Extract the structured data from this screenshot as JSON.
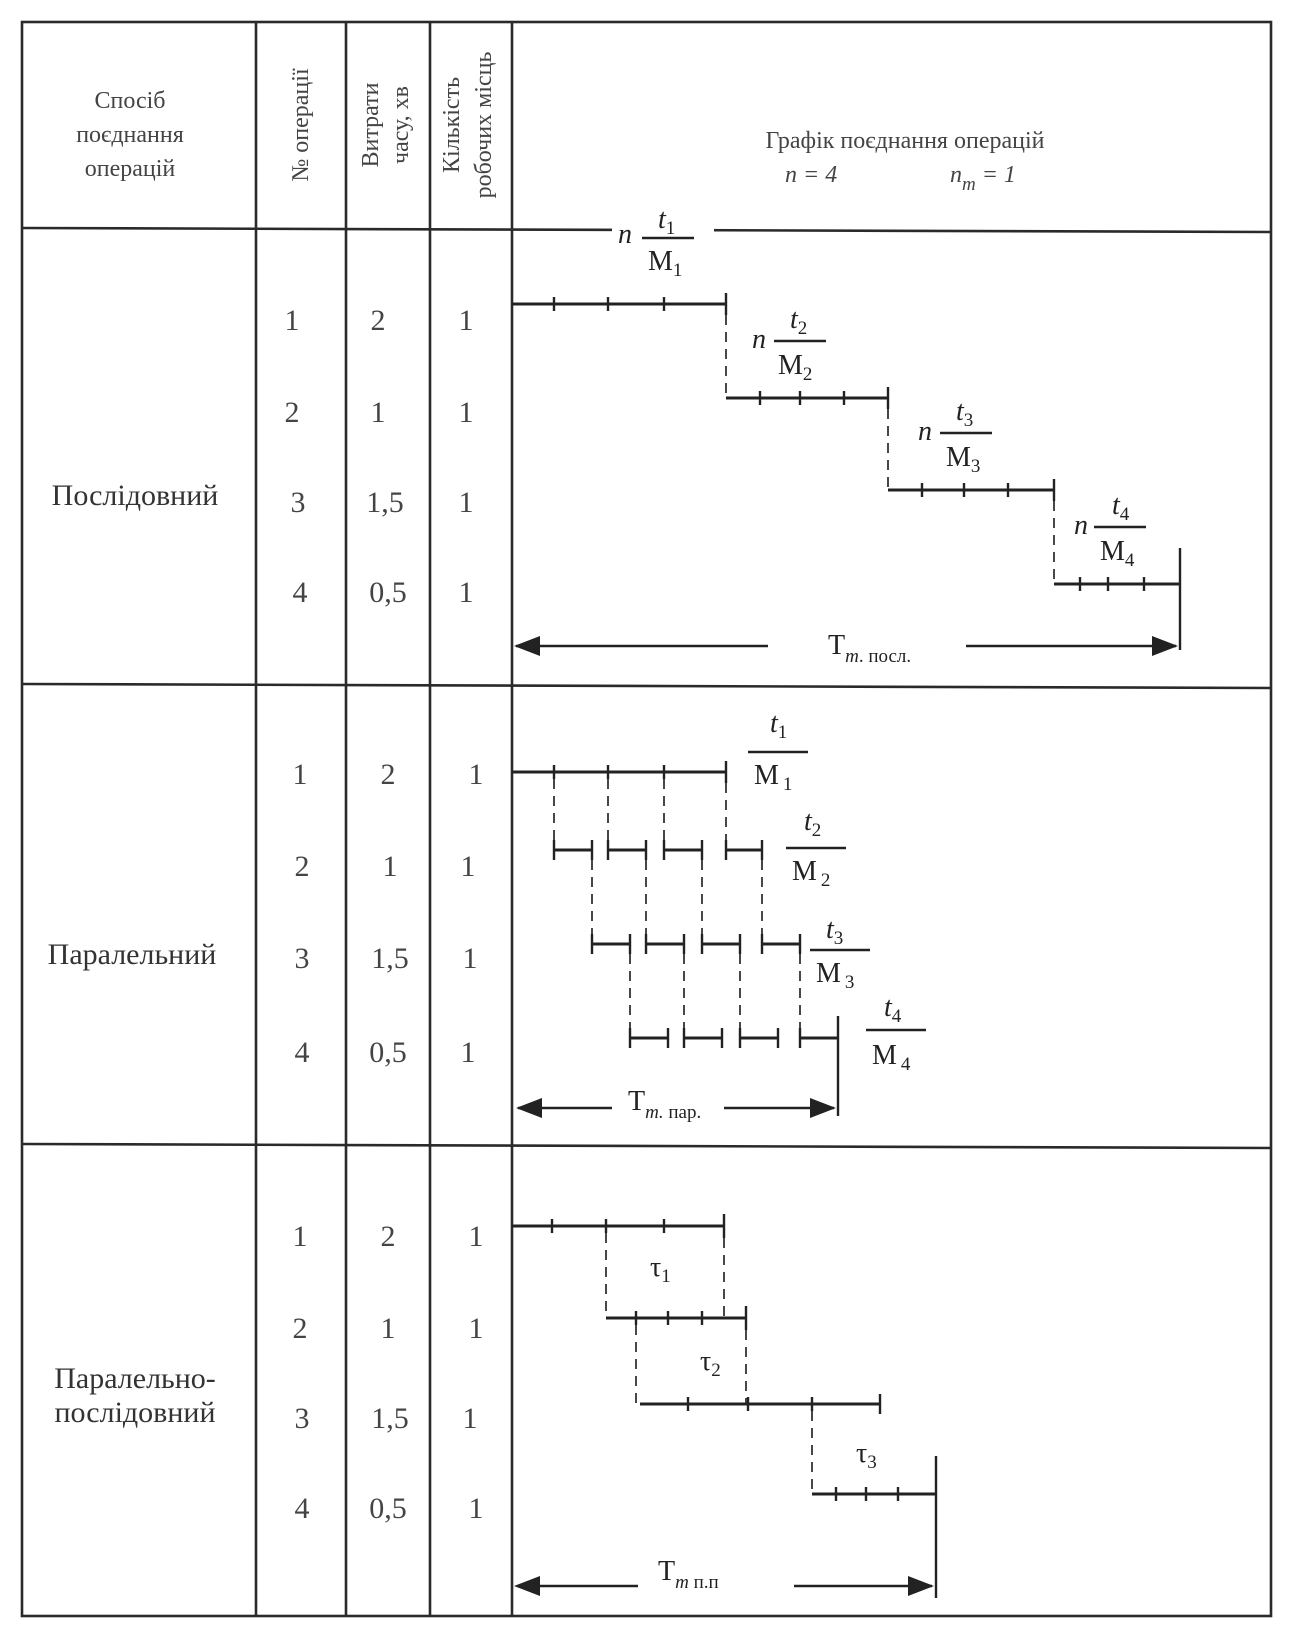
{
  "header": {
    "method_col": [
      "Спосіб",
      "поєднання",
      "операцій"
    ],
    "op_no_col": "№ операції",
    "time_col": [
      "Витрати",
      "часу, хв"
    ],
    "workplaces_col": [
      "Кількість",
      "робочих місць"
    ],
    "graph_title": "Графік поєднання операцій",
    "n_label": "n = 4",
    "nm_label_main": "n",
    "nm_label_sub": "m",
    "nm_label_rest": " = 1"
  },
  "rows": [
    {
      "method": [
        "Послідовний"
      ],
      "operations": [
        {
          "no": "1",
          "time": "2",
          "places": "1"
        },
        {
          "no": "2",
          "time": "1",
          "places": "1"
        },
        {
          "no": "3",
          "time": "1,5",
          "places": "1"
        },
        {
          "no": "4",
          "time": "0,5",
          "places": "1"
        }
      ],
      "labels": [
        {
          "prefix": "n",
          "t": "t",
          "t_sub": "1",
          "m": "M",
          "m_sub": "1"
        },
        {
          "prefix": "n",
          "t": "t",
          "t_sub": "2",
          "m": "M",
          "m_sub": "2"
        },
        {
          "prefix": "n",
          "t": "t",
          "t_sub": "3",
          "m": "M",
          "m_sub": "3"
        },
        {
          "prefix": "n",
          "t": "t",
          "t_sub": "4",
          "m": "M",
          "m_sub": "4"
        }
      ],
      "total": {
        "main": "T",
        "sub": "m",
        "rest": ". посл."
      }
    },
    {
      "method": [
        "Паралельний"
      ],
      "operations": [
        {
          "no": "1",
          "time": "2",
          "places": "1"
        },
        {
          "no": "2",
          "time": "1",
          "places": "1"
        },
        {
          "no": "3",
          "time": "1,5",
          "places": "1"
        },
        {
          "no": "4",
          "time": "0,5",
          "places": "1"
        }
      ],
      "labels": [
        {
          "prefix": "",
          "t": "t",
          "t_sub": "1",
          "m": "M",
          "m_sub": "1"
        },
        {
          "prefix": "",
          "t": "t",
          "t_sub": "2",
          "m": "M",
          "m_sub": "2"
        },
        {
          "prefix": "",
          "t": "t",
          "t_sub": "3",
          "m": "M",
          "m_sub": "3"
        },
        {
          "prefix": "",
          "t": "t",
          "t_sub": "4",
          "m": "M",
          "m_sub": "4"
        }
      ],
      "total": {
        "main": "T",
        "sub": "m.",
        "rest": " пар."
      }
    },
    {
      "method": [
        "Паралельно-",
        "послідовний"
      ],
      "operations": [
        {
          "no": "1",
          "time": "2",
          "places": "1"
        },
        {
          "no": "2",
          "time": "1",
          "places": "1"
        },
        {
          "no": "3",
          "time": "1,5",
          "places": "1"
        },
        {
          "no": "4",
          "time": "0,5",
          "places": "1"
        }
      ],
      "taus": [
        {
          "sym": "τ",
          "sub": "1"
        },
        {
          "sym": "τ",
          "sub": "2"
        },
        {
          "sym": "τ",
          "sub": "3"
        }
      ],
      "total": {
        "main": "T",
        "sub": "m",
        "rest": " п.п"
      }
    }
  ]
}
